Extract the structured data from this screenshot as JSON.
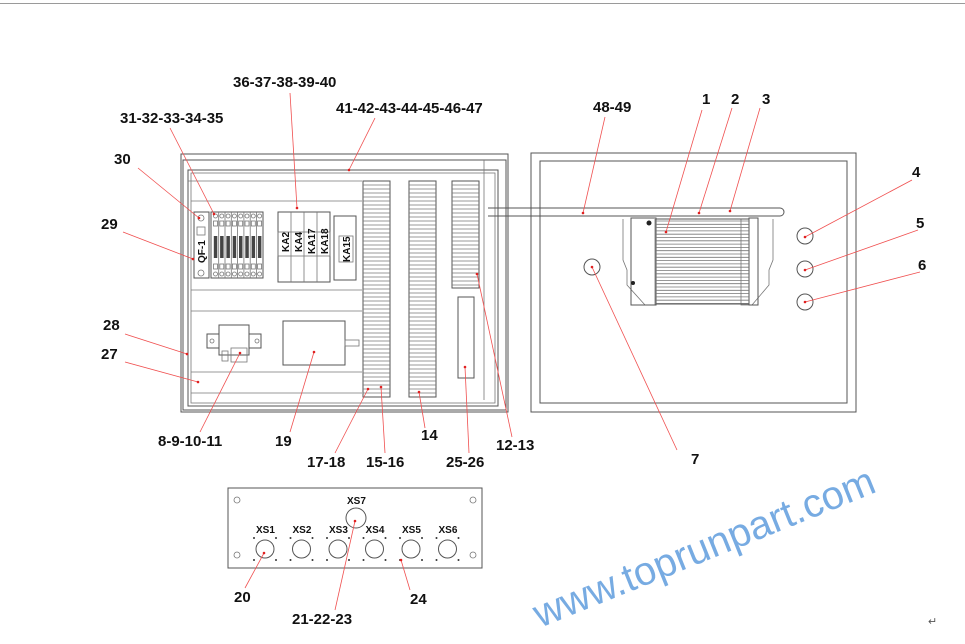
{
  "labels": {
    "l36": "36-37-38-39-40",
    "l41": "41-42-43-44-45-46-47",
    "l31": "31-32-33-34-35",
    "l30": "30",
    "l29": "29",
    "l28": "28",
    "l27": "27",
    "l8": "8-9-10-11",
    "l19": "19",
    "l17": "17-18",
    "l15": "15-16",
    "l14": "14",
    "l25": "25-26",
    "l12": "12-13",
    "l48": "48-49",
    "l1": "1",
    "l2": "2",
    "l3": "3",
    "l4": "4",
    "l5": "5",
    "l6": "6",
    "l7": "7",
    "l20": "20",
    "l21": "21-22-23",
    "l24": "24"
  },
  "components": {
    "breaker": "QF-1",
    "relays": [
      "KA2",
      "KA4",
      "KA17",
      "KA18"
    ],
    "relay_single": "KA15"
  },
  "sockets": [
    "XS1",
    "XS2",
    "XS3",
    "XS4",
    "XS5",
    "XS6"
  ],
  "socket_top": "XS7",
  "watermark": "www.toprunpart.com",
  "return_mark": "↵"
}
